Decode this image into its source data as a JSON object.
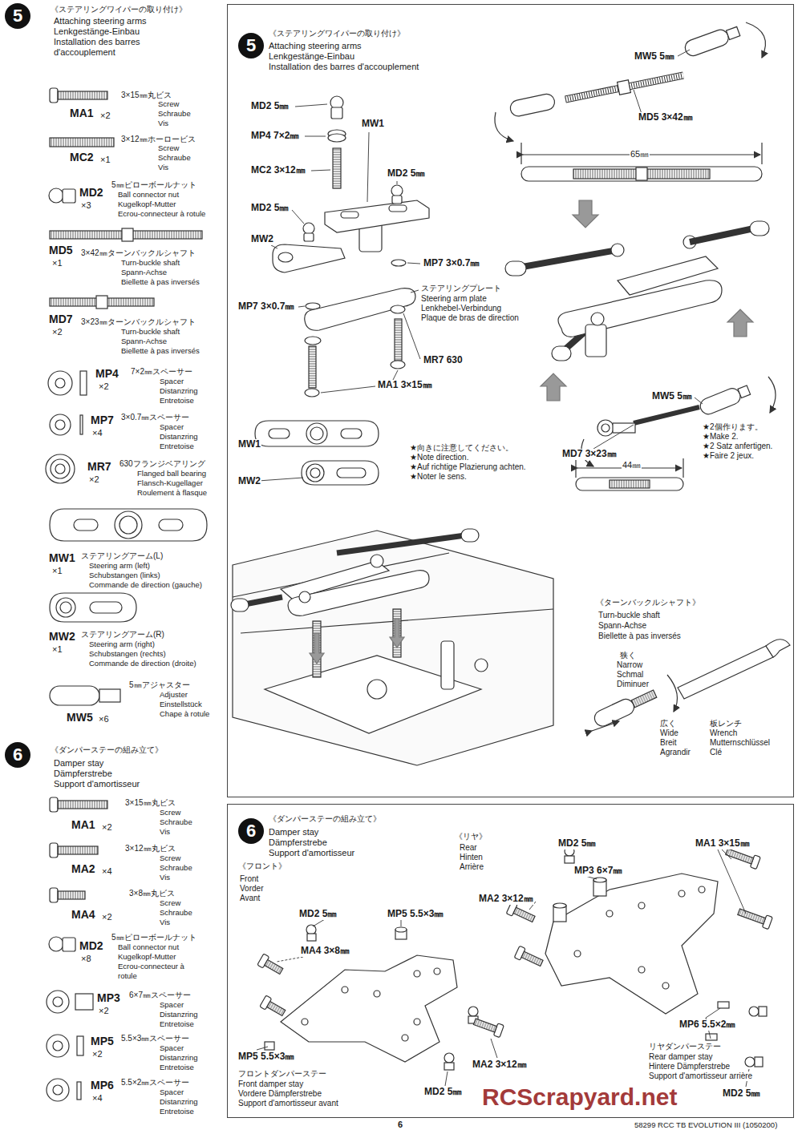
{
  "diagram": {
    "nodes": [
      {
        "text": [
          "5"
        ]
      },
      {
        "text": [
          "《ステアリングワイパーの取り付け》",
          "Attaching steering arms",
          "Lenkgestänge-Einbau",
          "Installation des barres d'accouplement"
        ]
      },
      {
        "text": [
          "5"
        ],
        "in": 1
      },
      {
        "text": [
          "6"
        ]
      },
      {
        "text": [
          "《ダンパーステーの組み立て》",
          "Damper stay",
          "Dämpferstrebe",
          "Support d'amortisseur"
        ]
      },
      {
        "text": [
          "6"
        ],
        "in": 4
      }
    ],
    "labels": [
      "《ステアリングワイパーの取り付け》",
      "Attaching steering arms",
      "Lenkgestänge-Einbau",
      "Installation des barres",
      "d'accouplement",
      "3×15㎜丸ビス",
      "Screw",
      "Schraube",
      "Vis",
      "MA1",
      "×2",
      "3×12㎜ホーロービス",
      "Screw",
      "Schraube",
      "Vis",
      "MC2",
      "×1",
      "5㎜ピローボールナット",
      "Ball connector nut",
      "Kugelkopf-Mutter",
      "Ecrou-connecteur à rotule",
      "MD2",
      "×3",
      "MD5",
      "×1",
      "3×42㎜ターンバックルシャフト",
      "Turn-buckle shaft",
      "Spann-Achse",
      "Biellette à pas inversés",
      "MD7",
      "×2",
      "3×23㎜ターンバックルシャフト",
      "Turn-buckle shaft",
      "Spann-Achse",
      "Biellette à pas inversés",
      "MP4",
      "×2",
      "7×2㎜スペーサー",
      "Spacer",
      "Distanzring",
      "Entretoise",
      "MP7",
      "×4",
      "3×0.7㎜スペーサー",
      "Spacer",
      "Distanzring",
      "Entretoise",
      "MR7",
      "×2",
      "630フランジベアリング",
      "Flanged ball bearing",
      "Flansch-Kugellager",
      "Roulement à flasque",
      "MW1",
      "×1",
      "ステアリングアーム(L)",
      "Steering arm (left)",
      "Schubstangen (links)",
      "Commande de direction (gauche)",
      "MW2",
      "×1",
      "ステアリングアーム(R)",
      "Steering arm (right)",
      "Schubstangen (rechts)",
      "Commande de direction (droite)",
      "5㎜アジャスター",
      "Adjuster",
      "Einstellstück",
      "Chape à rotule",
      "MW5",
      "×6",
      "《ダンパーステーの組み立て》",
      "Damper stay",
      "Dämpferstrebe",
      "Support d'amortisseur",
      "3×15㎜丸ビス",
      "Screw",
      "Schraube",
      "Vis",
      "MA1",
      "×2",
      "3×12㎜丸ビス",
      "Screw",
      "Schraube",
      "Vis",
      "MA2",
      "×4",
      "3×8㎜丸ビス",
      "Screw",
      "Schraube",
      "Vis",
      "MA4",
      "×2",
      "5㎜ピローボールナット",
      "Ball connector nut",
      "Kugelkopf-Mutter",
      "Ecrou-connecteur à",
      "rotule",
      "MD2",
      "×8",
      "MP3",
      "×2",
      "6×7㎜スペーサー",
      "Spacer",
      "Distanzring",
      "Entretoise",
      "MP5",
      "×2",
      "5.5×3㎜スペーサー",
      "Spacer",
      "Distanzring",
      "Entretoise",
      "MP6",
      "×4",
      "5.5×2㎜スペーサー",
      "Spacer",
      "Distanzring",
      "Entretoise",
      "MD2 5㎜",
      "MP4 7×2㎜",
      "MW1",
      "MC2 3×12㎜",
      "MD2 5㎜",
      "MD2 5㎜",
      "MW2",
      "MP7 3×0.7㎜",
      "ステアリングプレート",
      "Steering arm plate",
      "Lenkhebel-Verbindung",
      "Plaque de bras de direction",
      "MP7 3×0.7㎜",
      "MR7 630",
      "MA1 3×15㎜",
      "MW1",
      "MW2",
      "★向きに注意してください。",
      "★Note direction.",
      "★Auf richtige Plazierung achten.",
      "★Noter le sens.",
      "MW5 5㎜",
      "MD5 3×42㎜",
      "65㎜",
      "MW5 5㎜",
      "★2個作ります。",
      "★Make 2.",
      "★2 Satz anfertigen.",
      "★Faire 2 jeux.",
      "44㎜",
      "MD7 3×23㎜",
      "《ターンバックルシャフト》",
      "Turn-buckle shaft",
      "Spann-Achse",
      "Biellette à pas inversés",
      "狭く",
      "Narrow",
      "Schmal",
      "Diminuer",
      "広く",
      "Wide",
      "Breit",
      "Agrandir",
      "板レンチ",
      "Wrench",
      "Mutternschlüssel",
      "Clé",
      "《フロント》",
      "Front",
      "Vorder",
      "Avant",
      "《リヤ》",
      "Rear",
      "Hinten",
      "Arrière",
      "MD2 5㎜",
      "MP5 5.5×3㎜",
      "MA4 3×8㎜",
      "MP5 5.5×3㎜",
      "フロントダンパーステー",
      "Front damper stay",
      "Vordere Dämpferstrebe",
      "Support d'amortisseur avant",
      "MA2 3×12㎜",
      "MD2 5㎜",
      "MD2 5㎜",
      "MP3 6×7㎜",
      "MA2 3×12㎜",
      "MA1 3×15㎜",
      "MP6 5.5×2㎜",
      "リヤダンパーステー",
      "Rear damper stay",
      "Hintere Dämpferstrebe",
      "Support d'amortisseur arrière",
      "MD2 5㎜",
      "RCScrapyard.net",
      "6",
      "58299 RCC TB EVOLUTION III (1050200)"
    ]
  }
}
